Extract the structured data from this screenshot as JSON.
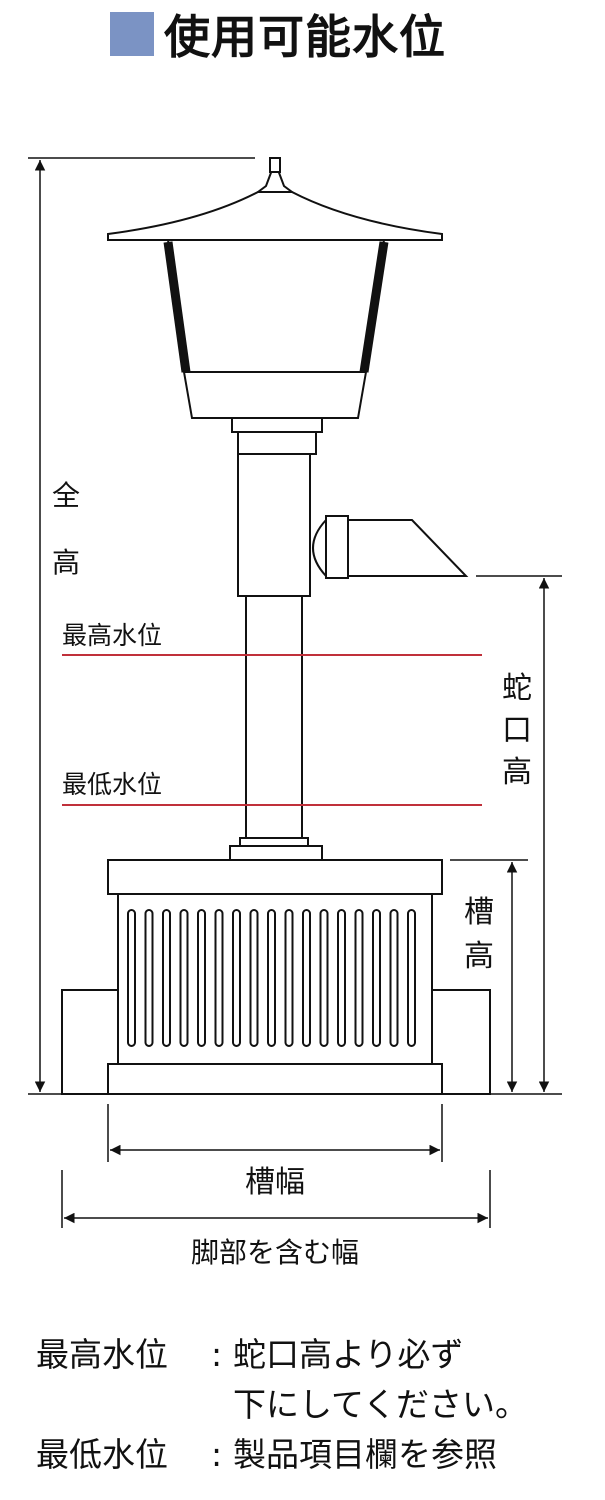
{
  "title": {
    "text": "使用可能水位",
    "marker_color": "#7b93c4"
  },
  "diagram": {
    "line_color": "#111111",
    "water_line_color": "#c0303a",
    "labels": {
      "total_height": [
        "全",
        "高"
      ],
      "max_water_level": "最高水位",
      "min_water_level": "最低水位",
      "spout_height": [
        "蛇",
        "口",
        "高"
      ],
      "tank_height": [
        "槽",
        "高"
      ],
      "tank_width": "槽幅",
      "width_with_feet": "脚部を含む幅"
    }
  },
  "notes": {
    "max_term": "最高水位",
    "min_term": "最低水位",
    "colon": ":",
    "max_line1": "蛇口高より必ず",
    "max_line2": "下にしてください。",
    "min_line1": "製品項目欄を参照"
  }
}
